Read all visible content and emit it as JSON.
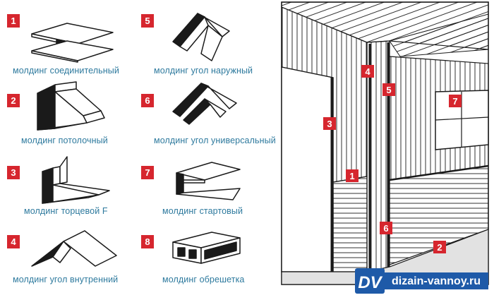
{
  "items": [
    {
      "num": "1",
      "label": "молдинг соединительный"
    },
    {
      "num": "2",
      "label": "молдинг потолочный"
    },
    {
      "num": "3",
      "label": "молдинг торцевой F"
    },
    {
      "num": "4",
      "label": "молдинг угол внутренний"
    },
    {
      "num": "5",
      "label": "молдинг угол наружный"
    },
    {
      "num": "6",
      "label": "молдинг угол универсальный"
    },
    {
      "num": "7",
      "label": "молдинг стартовый"
    },
    {
      "num": "8",
      "label": "молдинг обрешетка"
    }
  ],
  "scene_markers": [
    "4",
    "5",
    "7",
    "3",
    "1",
    "6",
    "2"
  ],
  "watermark": {
    "logo": "DV",
    "site": "dizain-vannoy.ru"
  },
  "colors": {
    "marker_red": "#d6262e",
    "label_blue": "#2e7a9e",
    "outline": "#1a1a1a"
  }
}
